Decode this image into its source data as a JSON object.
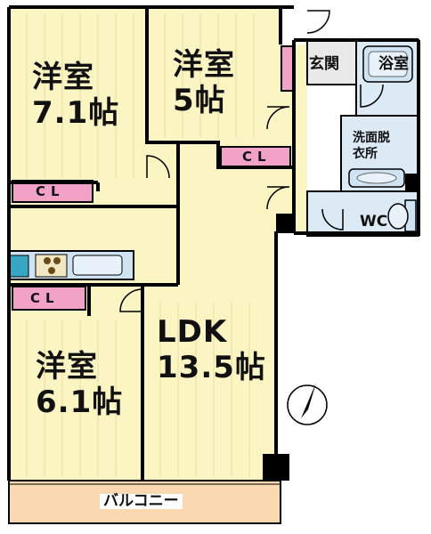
{
  "rooms": {
    "room1": {
      "name": "洋室",
      "size": "7.1帖"
    },
    "room2": {
      "name": "洋室",
      "size": "5帖"
    },
    "room3": {
      "name": "洋室",
      "size": "6.1帖"
    },
    "ldk": {
      "name": "LDK",
      "size": "13.5帖"
    }
  },
  "closets": {
    "cl1": "CL",
    "cl2": "CL",
    "cl3": "CL"
  },
  "entrance": "玄関",
  "bathroom": "浴室",
  "washroom_line1": "洗面脱",
  "washroom_line2": "衣所",
  "wc": "WC",
  "balcony": "バルコニー",
  "colors": {
    "room_fill": "#fbf5c4",
    "closet_fill": "#f2a2c6",
    "wet_area_fill": "#dceaf6",
    "wall": "#000000",
    "balcony_fill": "#fbd9b0"
  },
  "icons": [
    "compass-north-icon",
    "stove-icon",
    "sink-icon",
    "bathtub-icon",
    "toilet-icon",
    "washbasin-icon"
  ]
}
